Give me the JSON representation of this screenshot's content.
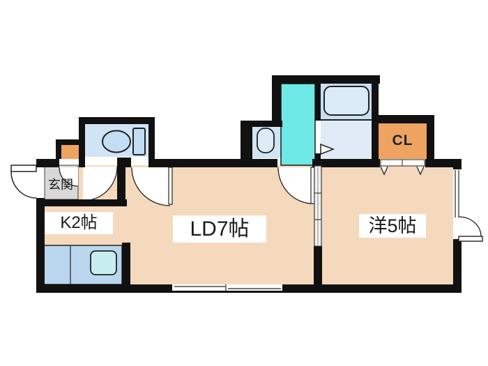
{
  "plan": {
    "title": "1LDK floor plan",
    "rooms": {
      "genkan": {
        "label": "玄関"
      },
      "kitchen": {
        "label": "K2帖"
      },
      "living": {
        "label": "LD7帖"
      },
      "bedroom": {
        "label": "洋5帖"
      },
      "closet": {
        "label": "CL"
      }
    },
    "icons": [
      "toilet-icon",
      "bathtub-icon",
      "washbasin-icon",
      "kitchen-sink-icon",
      "door-swing-icon",
      "folding-door-chevron-icon",
      "sliding-door-icon",
      "window-icon",
      "bath-door-arrow-icon"
    ],
    "colors": {
      "floor": "#f5d9bc",
      "wall": "#111111",
      "genkan_floor": "#d8d8d8",
      "closet_orange": "#efa360",
      "corridor_cyan": "#6ee9e6",
      "wet_room_blue": "#d0e4f5",
      "bath_upper_blue": "#c9dff2",
      "bath_lower_blue": "#e1ebf7",
      "fixture_blue": "#c3ddf2",
      "tub_fill": "#dcebf8",
      "counter_blue": "#bad7ef",
      "kitchen_sink_cyan": "#c7edef",
      "sink_fill": "#dcecf8",
      "outline": "#222222",
      "label_text": "#1a1a1a"
    }
  }
}
